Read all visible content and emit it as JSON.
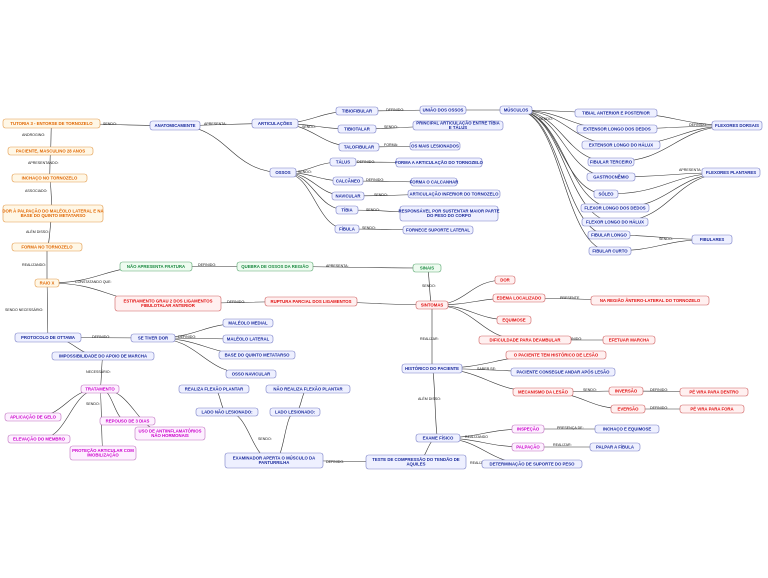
{
  "colors": {
    "orange": {
      "text": "#e06600",
      "fill": "#fff7e6",
      "stroke": "#e39a4a"
    },
    "blue": {
      "text": "#1a2a9c",
      "fill": "#eef0ff",
      "stroke": "#7a80c8"
    },
    "red": {
      "text": "#e01010",
      "fill": "#fff0f0",
      "stroke": "#d06060"
    },
    "green": {
      "text": "#1a8a40",
      "fill": "#eefbf0",
      "stroke": "#5aa870"
    },
    "pink": {
      "text": "#cc00cc",
      "fill": "#fdf0ff",
      "stroke": "#c070c0"
    }
  },
  "nodes": [
    {
      "id": "n1",
      "text": "TUTORIA 3 - ENTORSE DE TORNOZELO",
      "c": "orange"
    },
    {
      "id": "n2",
      "text": "PACIENTE, MASCULINO 28 ANOS",
      "c": "orange"
    },
    {
      "id": "n3",
      "text": "INCHAÇO NO TORNOZELO",
      "c": "orange"
    },
    {
      "id": "n4",
      "text": "DOR À PALPAÇÃO DO MALÉOLO LATERAL E NA BASE DO QUINTO METATARSO",
      "c": "orange"
    },
    {
      "id": "n5",
      "text": "FORMA NO TORNOZELO",
      "c": "orange"
    },
    {
      "id": "n6",
      "text": "RAIO X",
      "c": "orange"
    },
    {
      "id": "n7",
      "text": "PROTOCOLO DE OTTAWA",
      "c": "blue"
    },
    {
      "id": "n8",
      "text": "IMPOSSIBILIDADE DO APOIO DE MARCHA",
      "c": "blue"
    },
    {
      "id": "n9",
      "text": "TRATAMENTO",
      "c": "pink"
    },
    {
      "id": "n10",
      "text": "APLICAÇÃO DE GELO",
      "c": "pink"
    },
    {
      "id": "n11",
      "text": "REPOUSO DE 3 DIAS",
      "c": "pink"
    },
    {
      "id": "n12",
      "text": "USO DE ANTIINFLAMATÓRIOS NÃO HORMONAIS",
      "c": "pink"
    },
    {
      "id": "n13",
      "text": "ELEVAÇÃO DO MEMBRO",
      "c": "pink"
    },
    {
      "id": "n14",
      "text": "PROTEÇÃO ARTICULAR COM IMOBILIZAÇÃO",
      "c": "pink"
    },
    {
      "id": "n15",
      "text": "ANATOMICAMENTE",
      "c": "blue"
    },
    {
      "id": "n16",
      "text": "ARTICULAÇÕES",
      "c": "blue"
    },
    {
      "id": "n17",
      "text": "OSSOS",
      "c": "blue"
    },
    {
      "id": "n18",
      "text": "TIBIOFIBULAR",
      "c": "blue"
    },
    {
      "id": "n19",
      "text": "TIBIOTALAR",
      "c": "blue"
    },
    {
      "id": "n20",
      "text": "TALOFIBULAR",
      "c": "blue"
    },
    {
      "id": "n21",
      "text": "UNIÃO DOS OSSOS",
      "c": "blue"
    },
    {
      "id": "n22",
      "text": "MÚSCULOS",
      "c": "blue"
    },
    {
      "id": "n23",
      "text": "PRINCIPAL ARTICULAÇÃO ENTRE TÍBIA E TÁLUS",
      "c": "blue"
    },
    {
      "id": "n24",
      "text": "OS MAIS LESIONADOS",
      "c": "blue"
    },
    {
      "id": "n25",
      "text": "TÁLUS",
      "c": "blue"
    },
    {
      "id": "n26",
      "text": "CALCÂNEO",
      "c": "blue"
    },
    {
      "id": "n27",
      "text": "NAVICULAR",
      "c": "blue"
    },
    {
      "id": "n28",
      "text": "TÍBIA",
      "c": "blue"
    },
    {
      "id": "n29",
      "text": "FÍBULA",
      "c": "blue"
    },
    {
      "id": "n30",
      "text": "FORMA A ARTICULAÇÃO DO TORNOZELO",
      "c": "blue"
    },
    {
      "id": "n31",
      "text": "FORMA O CALCANHAR",
      "c": "blue"
    },
    {
      "id": "n32",
      "text": "ARTICULAÇÃO INFERIOR DO TORNOZELO",
      "c": "blue"
    },
    {
      "id": "n33",
      "text": "RESPONSÁVEL POR SUSTENTAR MAIOR PARTE DO PESO DO CORPO",
      "c": "blue"
    },
    {
      "id": "n34",
      "text": "FORNECE SUPORTE LATERAL",
      "c": "blue"
    },
    {
      "id": "n35",
      "text": "TIBIAL ANTERIOR E POSTERIOR",
      "c": "blue"
    },
    {
      "id": "n36",
      "text": "EXTENSOR LONGO DOS DEDOS",
      "c": "blue"
    },
    {
      "id": "n37",
      "text": "EXTENSOR LONGO DO HÁLUX",
      "c": "blue"
    },
    {
      "id": "n38",
      "text": "FIBULAR TERCEIRO",
      "c": "blue"
    },
    {
      "id": "n39",
      "text": "GASTROCNÊMIO",
      "c": "blue"
    },
    {
      "id": "n40",
      "text": "SÓLEO",
      "c": "blue"
    },
    {
      "id": "n41",
      "text": "FLEXOR LONGO DOS DEDOS",
      "c": "blue"
    },
    {
      "id": "n42",
      "text": "FLEXOR LONGO DO HÁLUX",
      "c": "blue"
    },
    {
      "id": "n43",
      "text": "FIBULAR LONGO",
      "c": "blue"
    },
    {
      "id": "n44",
      "text": "FIBULAR CURTO",
      "c": "blue"
    },
    {
      "id": "n45",
      "text": "FLEXORES DORSAIS",
      "c": "blue"
    },
    {
      "id": "n46",
      "text": "FLEXORES PLANTARES",
      "c": "blue"
    },
    {
      "id": "n47",
      "text": "FIBULARES",
      "c": "blue"
    },
    {
      "id": "n48",
      "text": "NÃO APRESENTA FRATURA",
      "c": "green"
    },
    {
      "id": "n49",
      "text": "QUEBRA DE OSSOS DA REGIÃO",
      "c": "green"
    },
    {
      "id": "n50",
      "text": "SINAIS",
      "c": "green"
    },
    {
      "id": "n51",
      "text": "ESTIRAMENTO GRAU 2 DOS LIGAMENTOS FIBULOTALAR ANTERIOR",
      "c": "red"
    },
    {
      "id": "n52",
      "text": "RUPTURA PARCIAL DOS LIGAMENTOS",
      "c": "red"
    },
    {
      "id": "n53",
      "text": "SINTOMAS",
      "c": "red"
    },
    {
      "id": "n54",
      "text": "DOR",
      "c": "red"
    },
    {
      "id": "n55",
      "text": "EDEMA LOCALIZADO",
      "c": "red"
    },
    {
      "id": "n56",
      "text": "EQUIMOSE",
      "c": "red"
    },
    {
      "id": "n57",
      "text": "DIFICULDADE PARA DEAMBULAR",
      "c": "red"
    },
    {
      "id": "n58",
      "text": "NA REGIÃO ÂNTERO-LATERAL DO TORNOZELO",
      "c": "red"
    },
    {
      "id": "n59",
      "text": "EFETUAR MARCHA",
      "c": "red"
    },
    {
      "id": "n60",
      "text": "SE TIVER DOR",
      "c": "blue"
    },
    {
      "id": "n61",
      "text": "MALÉOLO MEDIAL",
      "c": "blue"
    },
    {
      "id": "n62",
      "text": "MALÉOLO LATERAL",
      "c": "blue"
    },
    {
      "id": "n63",
      "text": "BASE DO QUINTO METATARSO",
      "c": "blue"
    },
    {
      "id": "n64",
      "text": "OSSO NAVICULAR",
      "c": "blue"
    },
    {
      "id": "n65",
      "text": "HISTÓRICO DO PACIENTE",
      "c": "blue"
    },
    {
      "id": "n66",
      "text": "O PACIENTE TEM HISTÓRICO DE LESÃO",
      "c": "red"
    },
    {
      "id": "n67",
      "text": "PACIENTE CONSEGUE ANDAR APÓS LESÃO",
      "c": "blue"
    },
    {
      "id": "n68",
      "text": "MECANISMO DA LESÃO",
      "c": "red"
    },
    {
      "id": "n69",
      "text": "INVERSÃO",
      "c": "red"
    },
    {
      "id": "n70",
      "text": "EVERSÃO",
      "c": "red"
    },
    {
      "id": "n71",
      "text": "PÉ VIRA PARA DENTRO",
      "c": "red"
    },
    {
      "id": "n72",
      "text": "PÉ VIRA PARA FORA",
      "c": "red"
    },
    {
      "id": "n73",
      "text": "EXAME FÍSICO",
      "c": "blue"
    },
    {
      "id": "n74",
      "text": "INSPEÇÃO",
      "c": "pink"
    },
    {
      "id": "n75",
      "text": "PALPAÇÃO",
      "c": "pink"
    },
    {
      "id": "n76",
      "text": "DETERMINAÇÃO DE SUPORTE DO PESO",
      "c": "blue"
    },
    {
      "id": "n77",
      "text": "INCHAÇO E EQUIMOSE",
      "c": "blue"
    },
    {
      "id": "n78",
      "text": "PALPAR A FÍBULA",
      "c": "blue"
    },
    {
      "id": "n79",
      "text": "TESTE DE COMPRESSÃO DO TENDÃO DE AQUILES",
      "c": "blue"
    },
    {
      "id": "n80",
      "text": "EXAMINADOR APERTA O MÚSCULO DA PANTURRILHA",
      "c": "blue"
    },
    {
      "id": "n81",
      "text": "LADO NÃO LESIONADO:",
      "c": "blue"
    },
    {
      "id": "n82",
      "text": "LADO LESIONADO:",
      "c": "blue"
    },
    {
      "id": "n83",
      "text": "REALIZA FLEXÃO PLANTAR",
      "c": "blue"
    },
    {
      "id": "n84",
      "text": "NÃO REALIZA FLEXÃO PLANTAR",
      "c": "blue"
    }
  ],
  "labels": [
    "SENDO:",
    "ANDROGINO:",
    "APRESENTANDO:",
    "ASSOCIADO:",
    "ALÉM DISSO:",
    "REALIZANDO:",
    "SENDO NECESSÁRIO:",
    "CONSTATANDO QUE:",
    "DEFINIDO:",
    "APRESENTA:",
    "NECESSÁRIO:",
    "SENDO:",
    "APRESENTA:",
    "SENDO:",
    "DEFINIDO:",
    "SENDO:",
    "FORMA:",
    "DEFINIDO:",
    "DEFINIDO:",
    "SENDO:",
    "SENDO:",
    "SENDO:",
    "SENDO:",
    "SENDO:",
    "DEFINIDO:",
    "APRESENTA:",
    "SENDO:",
    "SENDO:",
    "PRESENTE",
    "DEFINIDO:",
    "REALIZAR:",
    "SABER SE:",
    "SENDO:",
    "DEFINIDO:",
    "DEFINIDO:",
    "ALÉM DISSO:",
    "REALIZANDO",
    "PRESENÇA DE:",
    "REALIZAR:",
    "REALIZAR",
    "DEFINIDO:",
    "SENDO:",
    "DEFINIDO:",
    "DEFINIDO:",
    "DEFINIDO:"
  ]
}
